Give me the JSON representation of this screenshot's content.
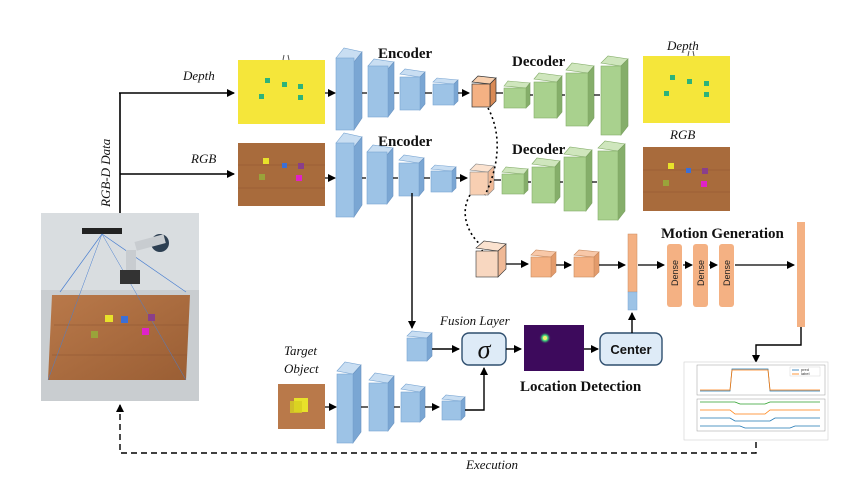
{
  "labels": {
    "rgbd_data": "RGB-D Data",
    "depth_in": "Depth",
    "rgb_in": "RGB",
    "encoder_top": "Encoder",
    "encoder_mid": "Encoder",
    "decoder_top": "Decoder",
    "decoder_mid": "Decoder",
    "depth_out": "Depth",
    "rgb_out": "RGB",
    "motion_generation": "Motion Generation",
    "dense_1": "Dense",
    "dense_2": "Dense",
    "dense_3": "Dense",
    "fusion_layer": "Fusion Layer",
    "sigma": "σ",
    "center": "Center",
    "location_detection": "Location Detection",
    "target_object_l1": "Target",
    "target_object_l2": "Object",
    "execution": "Execution",
    "legend_pred": "pred",
    "legend_label": "label"
  },
  "colors": {
    "encoder": "#9dc3e6",
    "decoder": "#a9d18e",
    "latent": "#f4b183",
    "dense": "#f4b183",
    "depth_bg": "#f5e63a",
    "rgb_bg": "#a86b3c",
    "heatmap_bg": "#3d0a5c",
    "arrow": "#000000"
  }
}
